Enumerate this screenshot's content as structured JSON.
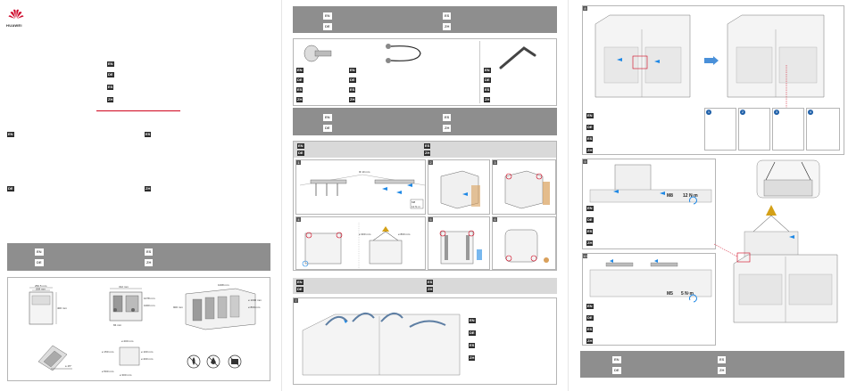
{
  "brand": {
    "name": "HUAWEI",
    "color": "#cf0a2c"
  },
  "languages": {
    "en": "EN",
    "de": "DE",
    "es": "ES",
    "zh": "ZH"
  },
  "panel1": {
    "measurements": {
      "w1": "250.5 mm",
      "w2": "208 mm",
      "h1": "400 mm",
      "w3": "312 mm",
      "d1": "1078 mm",
      "d2": "1000 mm",
      "d3": "84 mm",
      "a1": "1008 mm",
      "a2": "900 mm",
      "a3": "≥ 1000 mm",
      "a4": "≥ 800 mm",
      "b1": "≥ 200 mm",
      "b2": "≥ 150 mm",
      "b3": "≥ 100 mm",
      "b4": "≥ 500 mm",
      "b5": "≥ 200 mm",
      "b6": "≥ 300 mm",
      "angle": "≤ 15°"
    }
  },
  "panel2": {
    "step_labels": {
      "s1": "1",
      "s2": "2",
      "s3": "3",
      "s4": "4",
      "s5": "5",
      "s6": "6",
      "s7": "7"
    },
    "distances": {
      "d1": "Φ 10 mm",
      "d2": "≥ 300 mm",
      "d3": "≥ 800 mm"
    },
    "tool_specs": {
      "t1": "M8",
      "t2": "12 N·m"
    }
  },
  "panel3": {
    "step_labels": {
      "s8": "8",
      "s9": "9",
      "s10": "10"
    },
    "substeps": [
      "1",
      "2",
      "3",
      "4"
    ],
    "torques": {
      "t1_bolt": "M8",
      "t1_value": "12 N·m",
      "t2_bolt": "M5",
      "t2_value": "5 N·m"
    }
  }
}
